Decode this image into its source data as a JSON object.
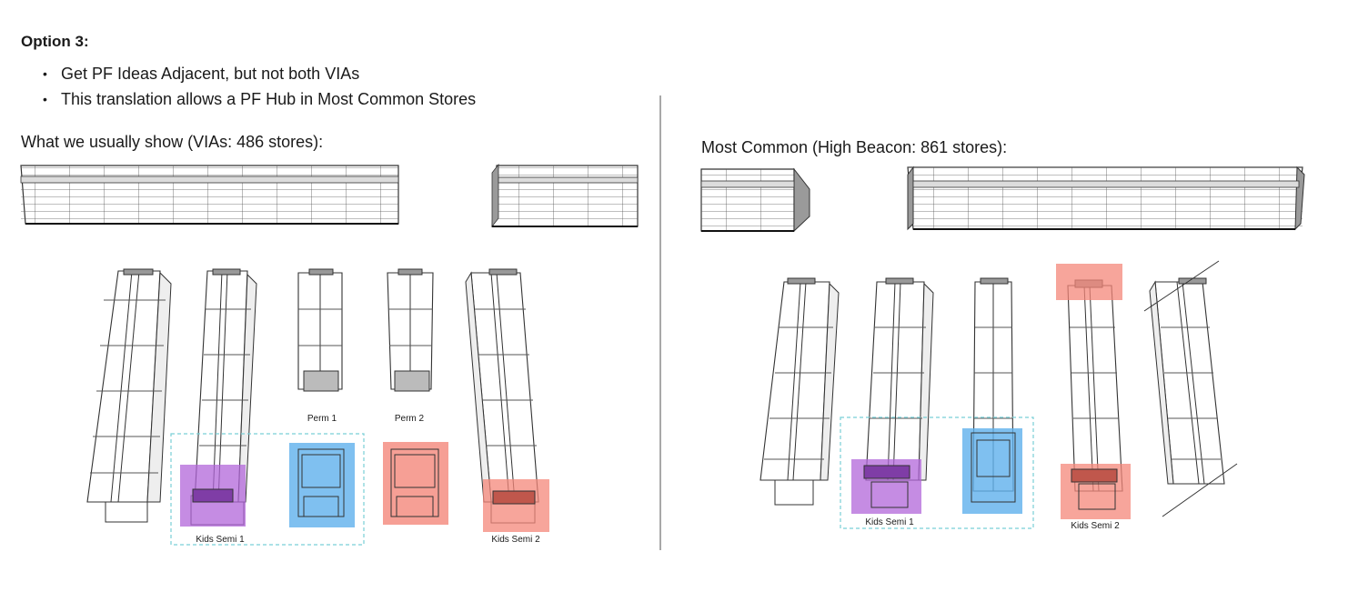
{
  "title": "Option 3:",
  "bullets": [
    "Get PF Ideas Adjacent, but not both VIAs",
    "This translation allows a PF Hub in Most Common Stores"
  ],
  "left": {
    "caption": "What we usually show (VIAs: 486 stores):",
    "labels": {
      "perm1": "Perm 1",
      "perm2": "Perm 2",
      "kids1": "Kids Semi 1",
      "kids2": "Kids Semi 2"
    }
  },
  "right": {
    "caption": "Most Common (High Beacon: 861 stores):",
    "labels": {
      "kids1": "Kids Semi 1",
      "kids2": "Kids Semi 2"
    }
  },
  "colors": {
    "purple": "#b266d9",
    "blue": "#5fb0ec",
    "red": "#f4877a",
    "outline": "#4a4a4a",
    "dashed": "#79cfd6"
  }
}
